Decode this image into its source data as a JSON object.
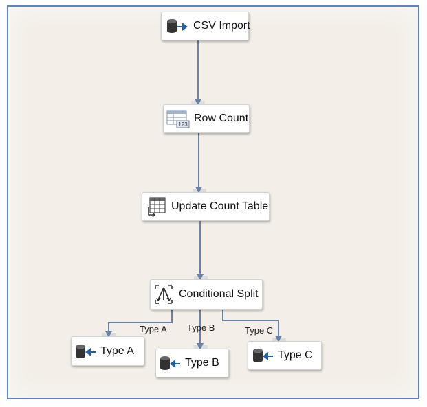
{
  "colors": {
    "canvas_border": "#5b84c0",
    "canvas_background": "#f3efe8",
    "connector": "#6882a8",
    "source_icon": "#333333",
    "arrow_accent": "#1f5fa8"
  },
  "nodes": {
    "csv_import": {
      "label": "CSV Import",
      "icon": "database-source-icon"
    },
    "row_count": {
      "label": "Row Count",
      "icon": "row-count-icon"
    },
    "update_count_table": {
      "label": "Update Count Table",
      "icon": "table-command-icon"
    },
    "conditional_split": {
      "label": "Conditional Split",
      "icon": "conditional-split-icon"
    },
    "type_a": {
      "label": "Type A",
      "icon": "database-destination-icon"
    },
    "type_b": {
      "label": "Type B",
      "icon": "database-destination-icon"
    },
    "type_c": {
      "label": "Type C",
      "icon": "database-destination-icon"
    }
  },
  "edges": [
    {
      "from": "CSV Import",
      "to": "Row Count",
      "label": ""
    },
    {
      "from": "Row Count",
      "to": "Update Count Table",
      "label": ""
    },
    {
      "from": "Update Count Table",
      "to": "Conditional Split",
      "label": ""
    },
    {
      "from": "Conditional Split",
      "to": "Type A",
      "label": "Type A"
    },
    {
      "from": "Conditional Split",
      "to": "Type B",
      "label": "Type B"
    },
    {
      "from": "Conditional Split",
      "to": "Type C",
      "label": "Type C"
    }
  ]
}
